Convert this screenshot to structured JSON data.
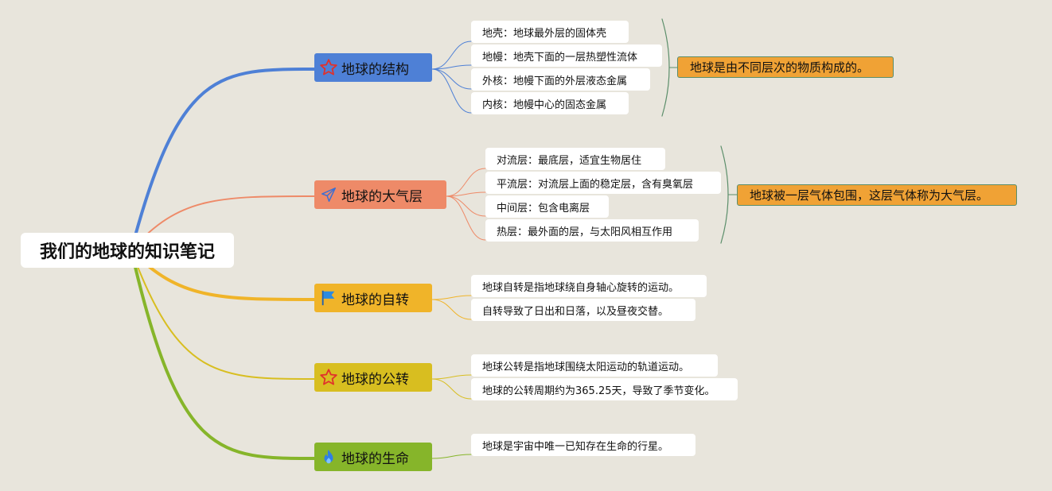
{
  "root": {
    "label": "我们的地球的知识笔记"
  },
  "branches": [
    {
      "label": "地球的结构",
      "icon": "star-icon",
      "color": "#4e80d6",
      "items": [
        "地壳：地球最外层的固体壳",
        "地幔：地壳下面的一层热塑性流体",
        "外核：地幔下面的外层液态金属",
        "内核：地幔中心的固态金属"
      ],
      "summary": "地球是由不同层次的物质构成的。"
    },
    {
      "label": "地球的大气层",
      "icon": "paper-plane-icon",
      "color": "#ee8a68",
      "items": [
        "对流层：最底层，适宜生物居住",
        "平流层：对流层上面的稳定层，含有臭氧层",
        "中间层：包含电离层",
        "热层：最外面的层，与太阳风相互作用"
      ],
      "summary": "地球被一层气体包围，这层气体称为大气层。"
    },
    {
      "label": "地球的自转",
      "icon": "flag-icon",
      "color": "#f0b429",
      "items": [
        "地球自转是指地球绕自身轴心旋转的运动。",
        "自转导致了日出和日落，以及昼夜交替。"
      ]
    },
    {
      "label": "地球的公转",
      "icon": "star-icon",
      "color": "#d8be20",
      "items": [
        "地球公转是指地球围绕太阳运动的轨道运动。",
        "地球的公转周期约为365.25天，导致了季节变化。"
      ]
    },
    {
      "label": "地球的生命",
      "icon": "flame-icon",
      "color": "#86b52a",
      "items": [
        "地球是宇宙中唯一已知存在生命的行星。"
      ]
    }
  ]
}
